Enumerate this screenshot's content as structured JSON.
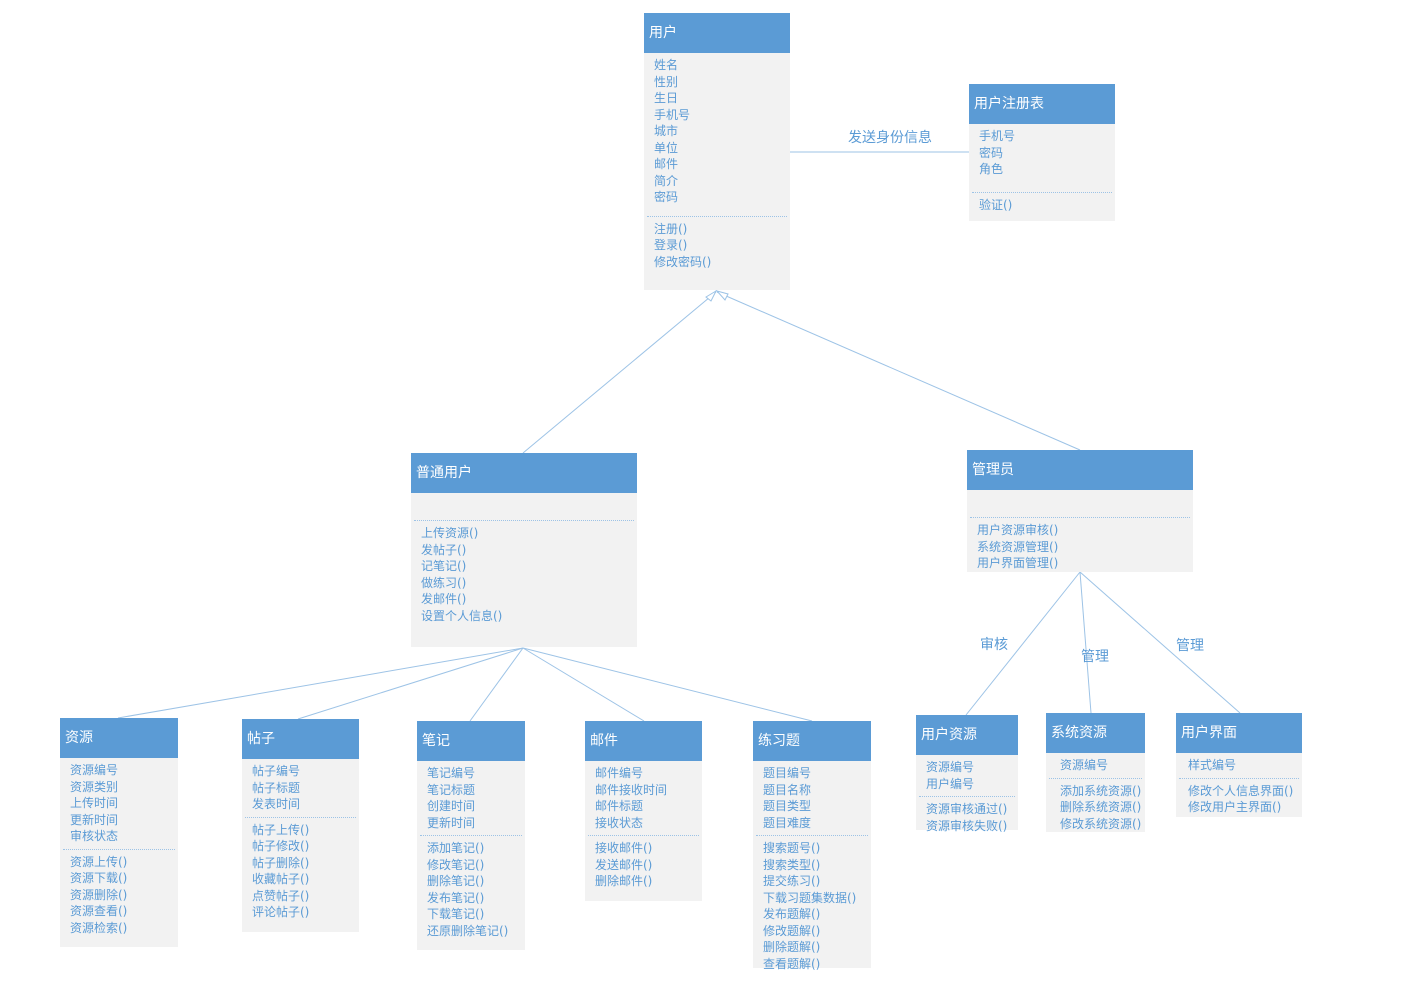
{
  "colors": {
    "header": "#5b9bd5",
    "body": "#f2f2f2",
    "text": "#5b9bd5",
    "line": "#9dc3e6"
  },
  "classes": {
    "yonghu": {
      "title": "用户",
      "attributes": [
        "姓名",
        "性别",
        "生日",
        "手机号",
        "城市",
        "单位",
        "邮件",
        "简介",
        "密码"
      ],
      "methods": [
        "注册()",
        "登录()",
        "修改密码()"
      ]
    },
    "zhuce": {
      "title": "用户注册表",
      "attributes": [
        "手机号",
        "密码",
        "角色"
      ],
      "methods": [
        "验证()"
      ]
    },
    "putong": {
      "title": "普通用户",
      "attributes": [],
      "methods": [
        "上传资源()",
        "发帖子()",
        "记笔记()",
        "做练习()",
        "发邮件()",
        "设置个人信息()"
      ]
    },
    "guanli": {
      "title": "管理员",
      "attributes": [],
      "methods": [
        "用户资源审核()",
        "系统资源管理()",
        "用户界面管理()"
      ]
    },
    "ziyuan": {
      "title": "资源",
      "attributes": [
        "资源编号",
        "资源类别",
        "上传时间",
        "更新时间",
        "审核状态"
      ],
      "methods": [
        "资源上传()",
        "资源下载()",
        "资源删除()",
        "资源查看()",
        "资源检索()"
      ]
    },
    "tiezi": {
      "title": "帖子",
      "attributes": [
        "帖子编号",
        "帖子标题",
        "发表时间"
      ],
      "methods": [
        "帖子上传()",
        "帖子修改()",
        "帖子删除()",
        "收藏帖子()",
        "点赞帖子()",
        "评论帖子()"
      ]
    },
    "biji": {
      "title": "笔记",
      "attributes": [
        "笔记编号",
        "笔记标题",
        "创建时间",
        "更新时间"
      ],
      "methods": [
        "添加笔记()",
        "修改笔记()",
        "删除笔记()",
        "发布笔记()",
        "下载笔记()",
        "还原删除笔记()"
      ]
    },
    "youjian": {
      "title": "邮件",
      "attributes": [
        "邮件编号",
        "邮件接收时间",
        "邮件标题",
        "接收状态"
      ],
      "methods": [
        "接收邮件()",
        "发送邮件()",
        "删除邮件()"
      ]
    },
    "lianxi": {
      "title": "练习题",
      "attributes": [
        "题目编号",
        "题目名称",
        "题目类型",
        "题目难度"
      ],
      "methods": [
        "搜索题号()",
        "搜索类型()",
        "提交练习()",
        "下载习题集数据()",
        "发布题解()",
        "修改题解()",
        "删除题解()",
        "查看题解()"
      ]
    },
    "yhziyuan": {
      "title": "用户资源",
      "attributes": [
        "资源编号",
        "用户编号"
      ],
      "methods": [
        "资源审核通过()",
        "资源审核失败()"
      ]
    },
    "xtziyuan": {
      "title": "系统资源",
      "attributes": [
        "资源编号"
      ],
      "methods": [
        "添加系统资源()",
        "删除系统资源()",
        "修改系统资源()"
      ]
    },
    "yhjiemian": {
      "title": "用户界面",
      "attributes": [
        "样式编号"
      ],
      "methods": [
        "修改个人信息界面()",
        "修改用户主界面()"
      ]
    }
  },
  "links": {
    "send_identity": "发送身份信息",
    "audit": "审核",
    "manage1": "管理",
    "manage2": "管理"
  }
}
